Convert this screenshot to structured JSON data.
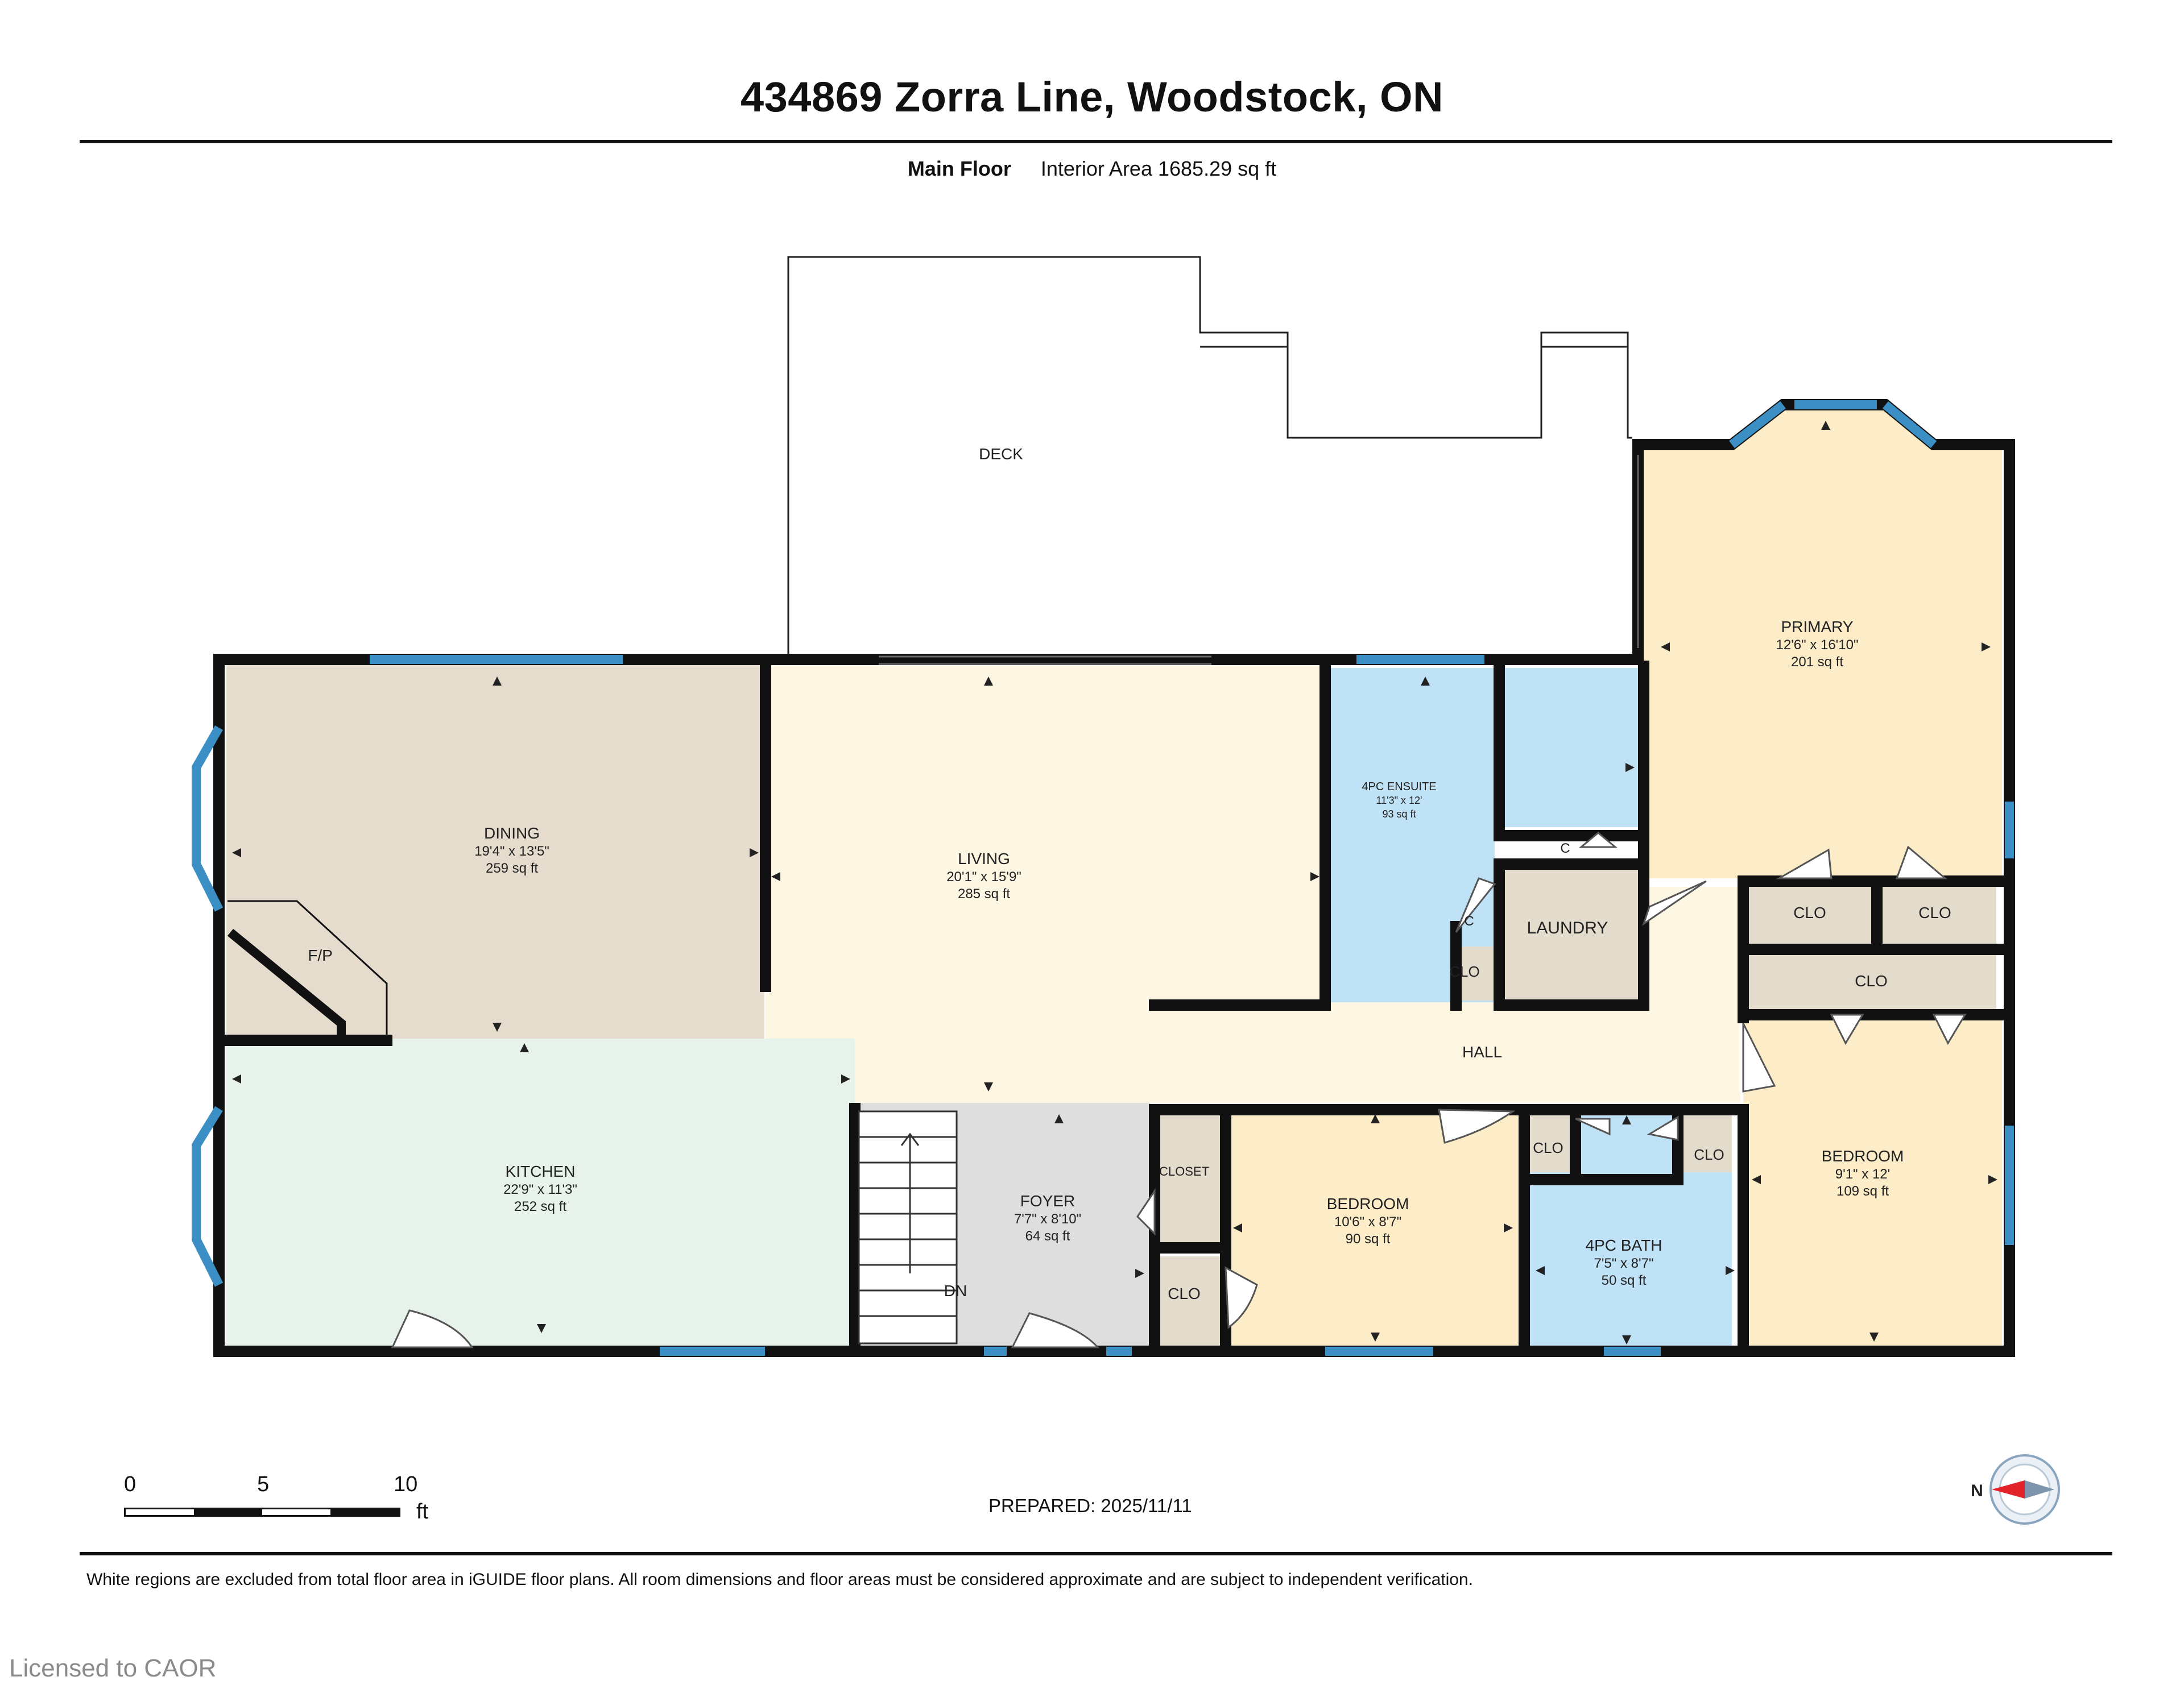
{
  "header": {
    "address": "434869 Zorra Line, Woodstock, ON",
    "floor_name": "Main Floor",
    "interior_area": "Interior Area 1685.29 sq ft"
  },
  "rooms": {
    "deck": {
      "name": "DECK"
    },
    "dining": {
      "name": "DINING",
      "dims": "19'4\" x 13'5\"",
      "area": "259 sq ft"
    },
    "living": {
      "name": "LIVING",
      "dims": "20'1\" x 15'9\"",
      "area": "285 sq ft"
    },
    "ensuite": {
      "name": "4PC ENSUITE",
      "dims": "11'3\" x 12'",
      "area": "93 sq ft"
    },
    "primary": {
      "name": "PRIMARY",
      "dims": "12'6\" x 16'10\"",
      "area": "201 sq ft"
    },
    "kitchen": {
      "name": "KITCHEN",
      "dims": "22'9\" x 11'3\"",
      "area": "252 sq ft"
    },
    "foyer": {
      "name": "FOYER",
      "dims": "7'7\" x 8'10\"",
      "area": "64 sq ft"
    },
    "bedroom2": {
      "name": "BEDROOM",
      "dims": "10'6\" x 8'7\"",
      "area": "90 sq ft"
    },
    "bath": {
      "name": "4PC BATH",
      "dims": "7'5\" x 8'7\"",
      "area": "50 sq ft"
    },
    "bedroom3": {
      "name": "BEDROOM",
      "dims": "9'1\" x 12'",
      "area": "109 sq ft"
    }
  },
  "labels": {
    "fp": "F/P",
    "laundry": "LAUNDRY",
    "hall": "HALL",
    "closet": "CLOSET",
    "clo": "CLO",
    "c": "C",
    "dn": "DN"
  },
  "scale": {
    "ticks": [
      "0",
      "5",
      "10"
    ],
    "unit": "ft"
  },
  "compass": {
    "north_label": "N"
  },
  "prepared": "PREPARED: 2025/11/11",
  "footnote": "White regions are excluded from total floor area in iGUIDE floor plans. All room dimensions and floor areas must be considered approximate and are subject to independent verification.",
  "watermark": "Licensed to CAOR",
  "colors": {
    "wall": "#111111",
    "window": "#3b8fc4",
    "dining": "#e6dccd",
    "living": "#fcf6e2",
    "kitchen": "#e6f2ea",
    "foyer": "#dedede",
    "bath": "#bfe2f7",
    "bedroom": "#fcecc7",
    "closet": "#e3dbcc",
    "hall": "#fcf6e2"
  }
}
